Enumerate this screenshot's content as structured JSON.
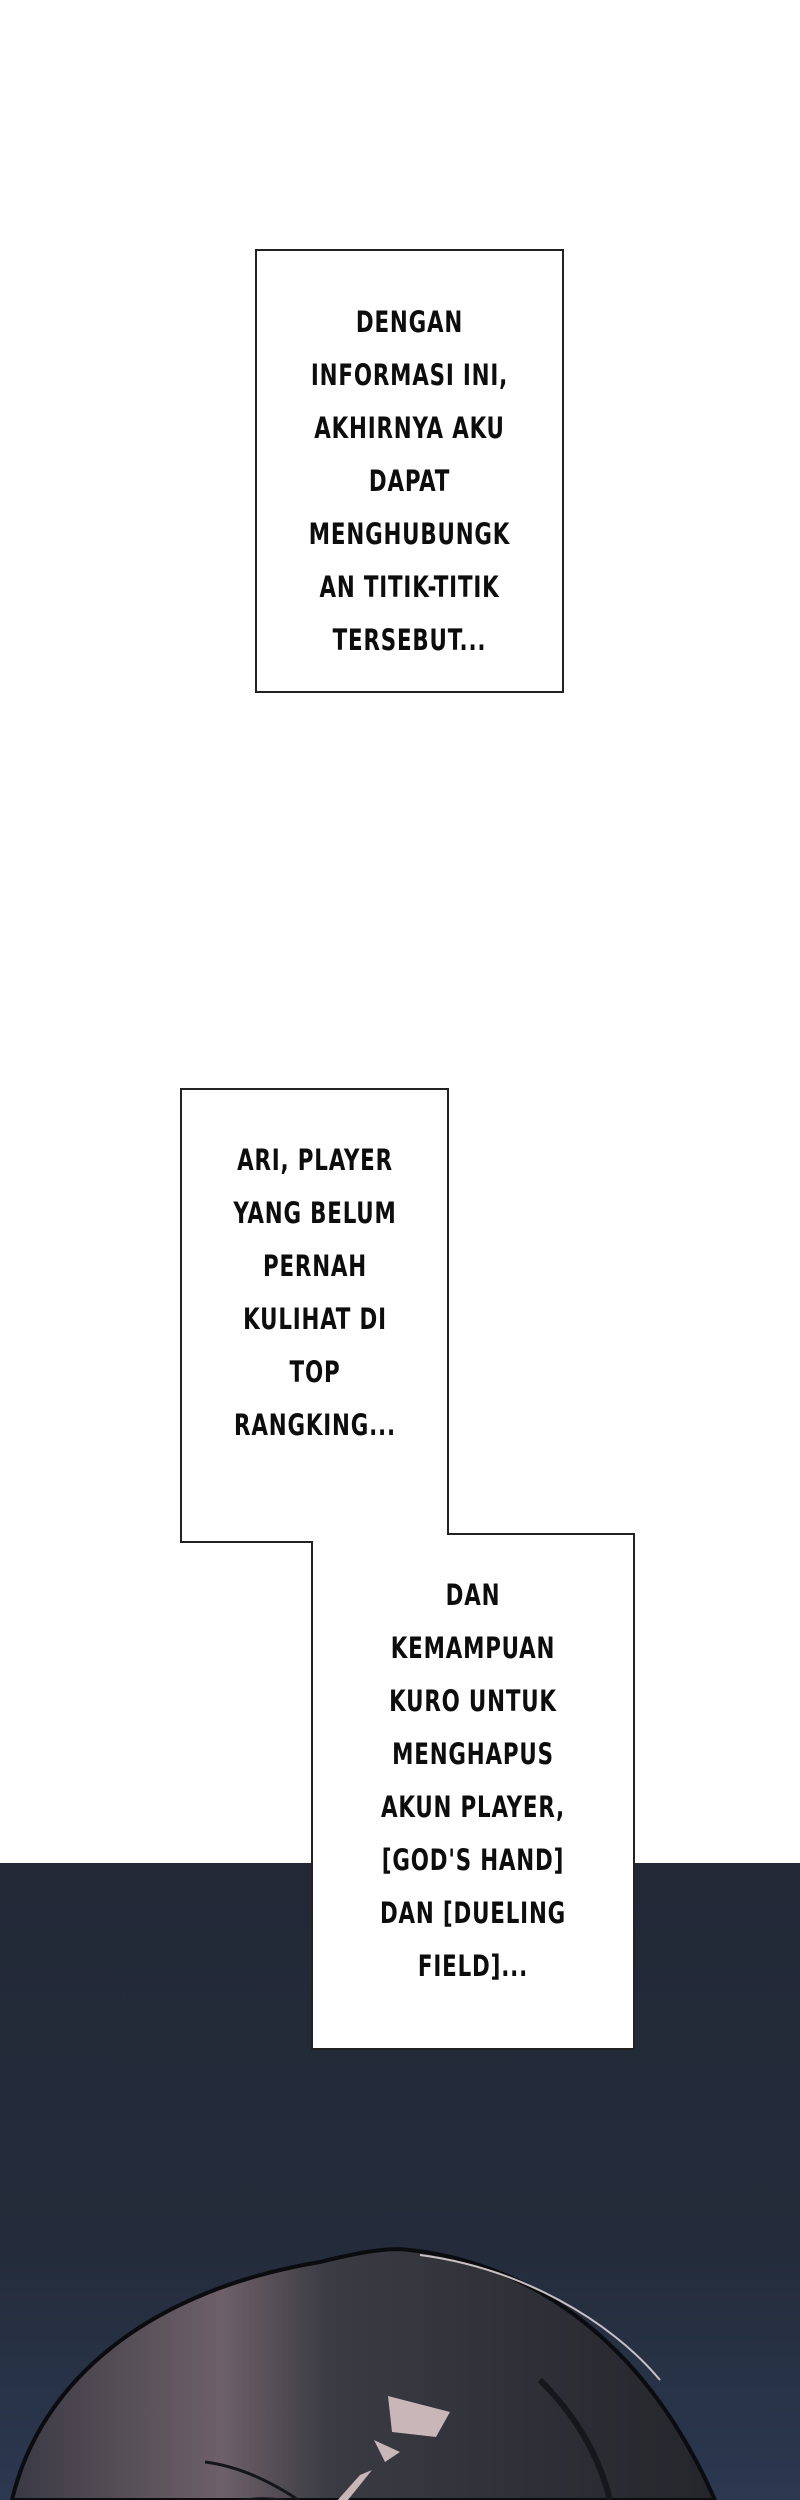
{
  "page": {
    "background": "#ffffff",
    "dark_panel_color": "#232a38"
  },
  "captions": [
    {
      "id": "caption-1",
      "lines": [
        "DENGAN",
        "INFORMASI INI,",
        "AKHIRNYA AKU",
        "DAPAT",
        "MENGHUBUNGK",
        "AN TITIK-TITIK",
        "TERSEBUT..."
      ]
    },
    {
      "id": "caption-2",
      "lines": [
        "ARI, PLAYER",
        "YANG BELUM",
        "PERNAH",
        "KULIHAT DI",
        "TOP",
        "RANGKING..."
      ]
    },
    {
      "id": "caption-3",
      "lines": [
        "DAN",
        "KEMAMPUAN",
        "KURO UNTUK",
        "MENGHAPUS",
        "AKUN PLAYER,",
        "[GOD'S HAND]",
        "DAN [DUELING",
        "FIELD]..."
      ]
    }
  ],
  "artwork": {
    "subject": "dark-haired head seen from above",
    "hair_color": "#2a2c33",
    "highlight_color": "#c9b6b8"
  }
}
